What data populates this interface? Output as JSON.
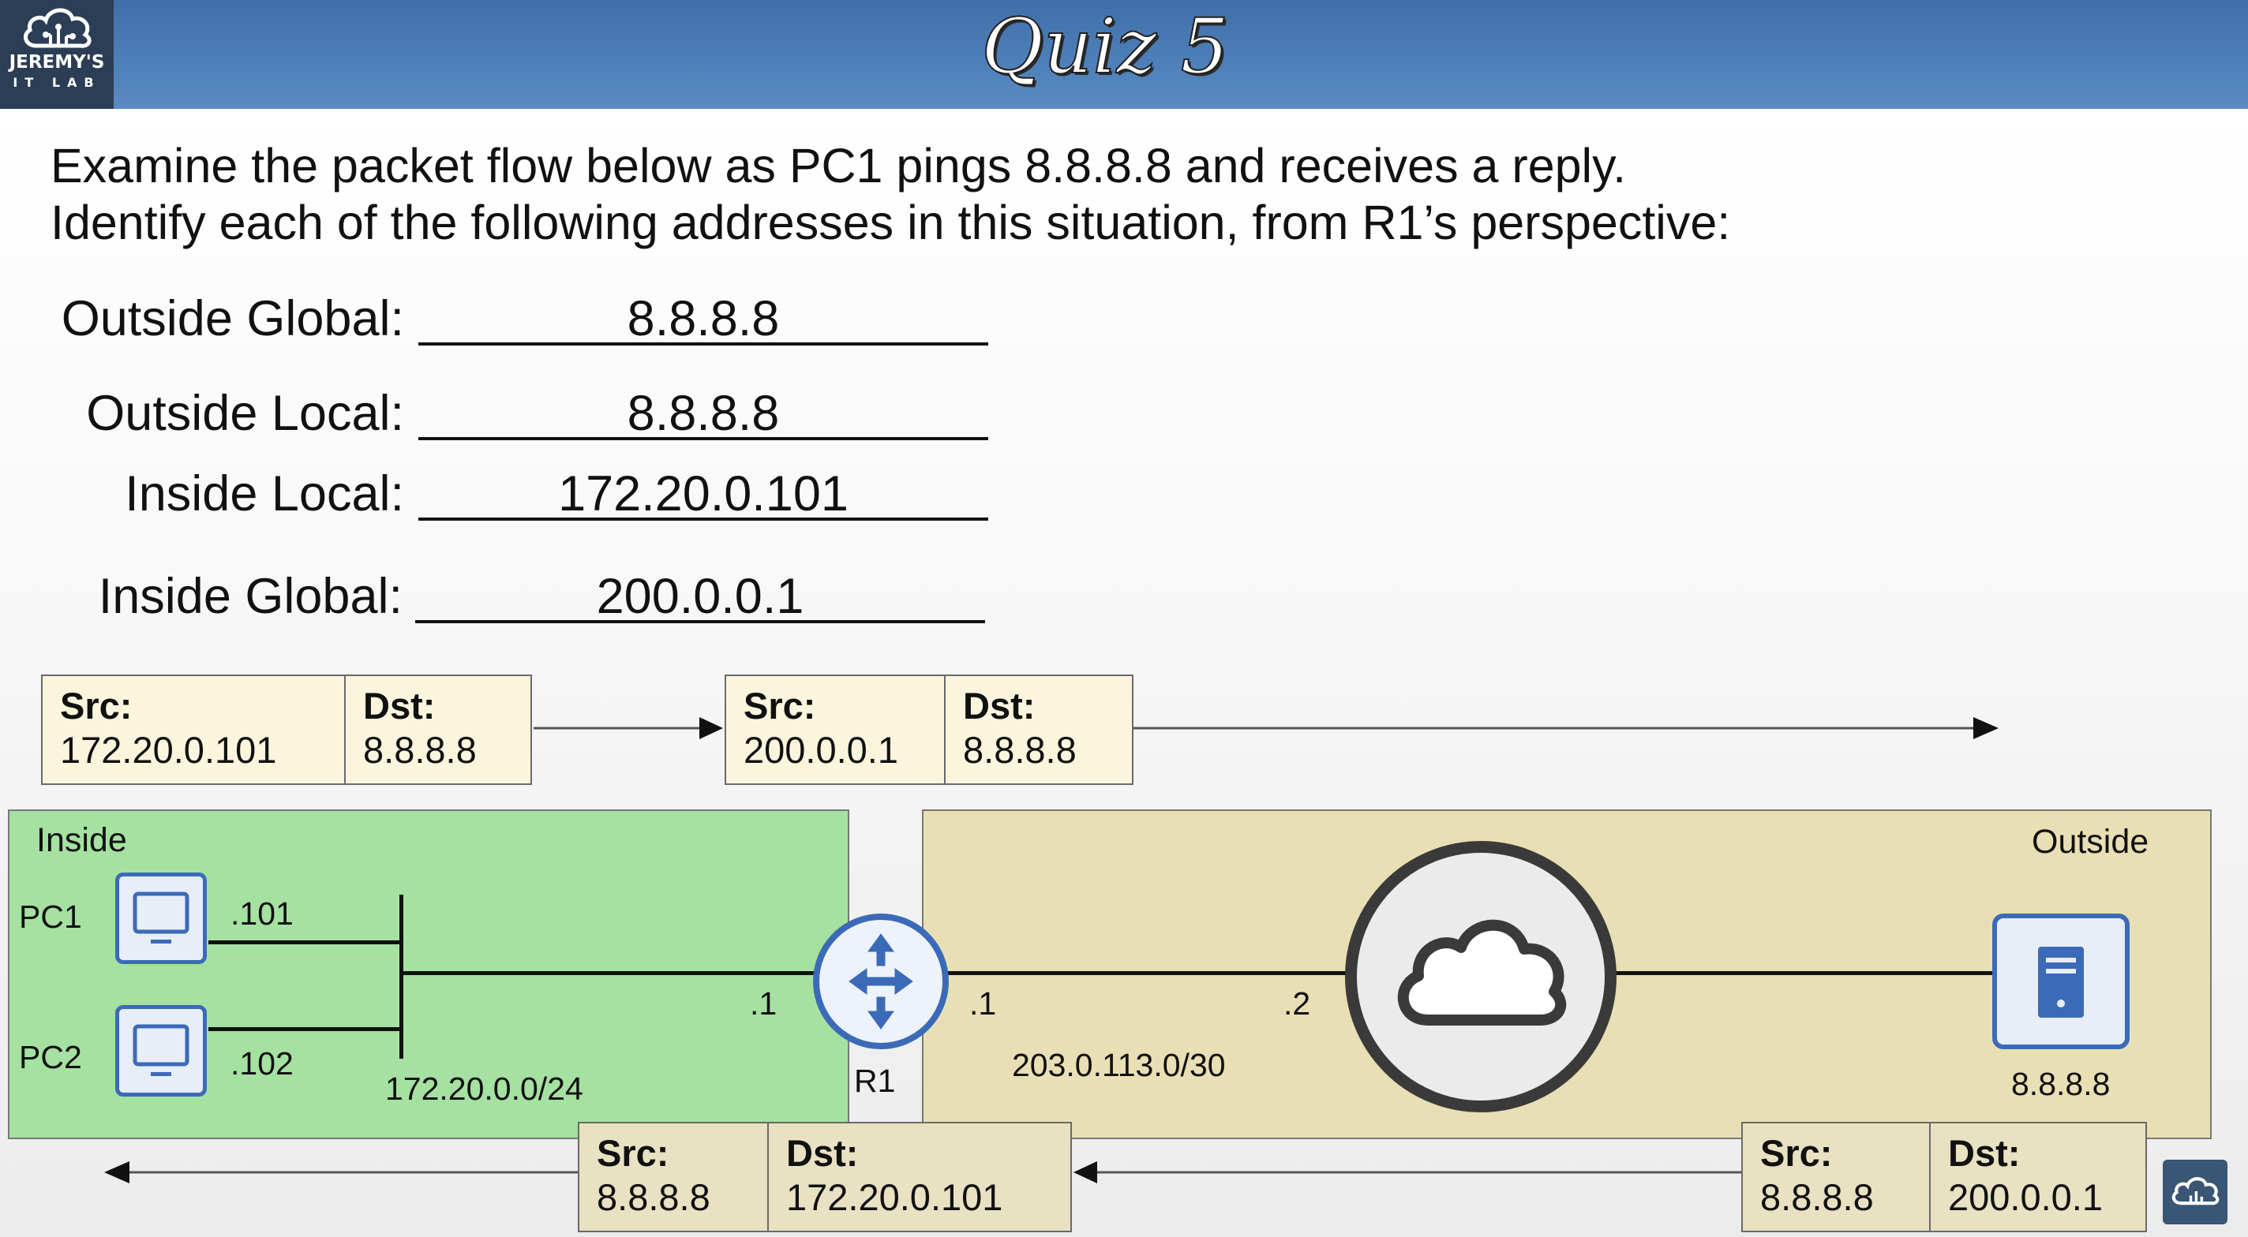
{
  "header": {
    "title": "Quiz 5",
    "logo_line1": "JEREMY'S",
    "logo_line2": "IT LAB"
  },
  "question": {
    "line1": "Examine the packet flow below as PC1 pings 8.8.8.8 and receives a reply.",
    "line2": "Identify each of the following addresses in this situation, from R1’s perspective:"
  },
  "answers": [
    {
      "label": "Outside Global:",
      "value": "8.8.8.8"
    },
    {
      "label": "Outside Local:",
      "value": "8.8.8.8"
    },
    {
      "label": "Inside Local:",
      "value": "172.20.0.101"
    },
    {
      "label": "Inside Global:",
      "value": "200.0.0.1"
    }
  ],
  "packets": {
    "request_inside": {
      "src_label": "Src:",
      "src": "172.20.0.101",
      "dst_label": "Dst:",
      "dst": "8.8.8.8"
    },
    "request_outside": {
      "src_label": "Src:",
      "src": "200.0.0.1",
      "dst_label": "Dst:",
      "dst": "8.8.8.8"
    },
    "reply_inside": {
      "src_label": "Src:",
      "src": "8.8.8.8",
      "dst_label": "Dst:",
      "dst": "172.20.0.101"
    },
    "reply_outside": {
      "src_label": "Src:",
      "src": "8.8.8.8",
      "dst_label": "Dst:",
      "dst": "200.0.0.1"
    }
  },
  "network": {
    "inside_label": "Inside",
    "outside_label": "Outside",
    "pc1_label": "PC1",
    "pc2_label": "PC2",
    "pc1_addr": ".101",
    "pc2_addr": ".102",
    "inside_subnet": "172.20.0.0/24",
    "router_inside_addr": ".1",
    "router_label": "R1",
    "router_outside_addr": ".1",
    "cloud_addr": ".2",
    "outside_subnet": "203.0.113.0/30",
    "server_label": "8.8.8.8"
  },
  "colors": {
    "header": "#4f80b9",
    "inside_zone": "#a5e1a0",
    "outside_zone": "#e8dfb4",
    "device_blue": "#3b6bb8"
  }
}
